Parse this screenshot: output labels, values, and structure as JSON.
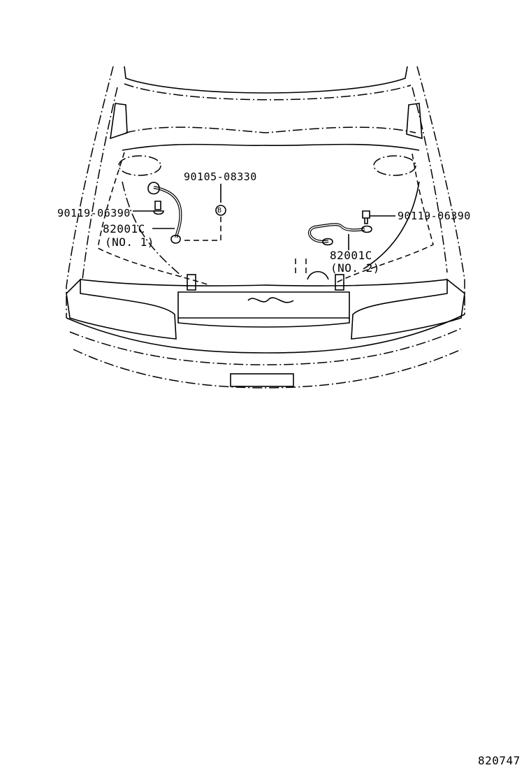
{
  "diagram": {
    "callouts": [
      {
        "id": "ground-bolt-left",
        "part_number": "90119-06390"
      },
      {
        "id": "bolt-b",
        "part_number": "90105-08330"
      },
      {
        "id": "ground-strap-no1",
        "part_number": "82001C",
        "note": "(NO. 1)"
      },
      {
        "id": "ground-bolt-right",
        "part_number": "90119-06390"
      },
      {
        "id": "ground-strap-no2",
        "part_number": "82001C",
        "note": "(NO. 2)"
      }
    ],
    "marker_b": "B",
    "illustration_number": "820747"
  }
}
